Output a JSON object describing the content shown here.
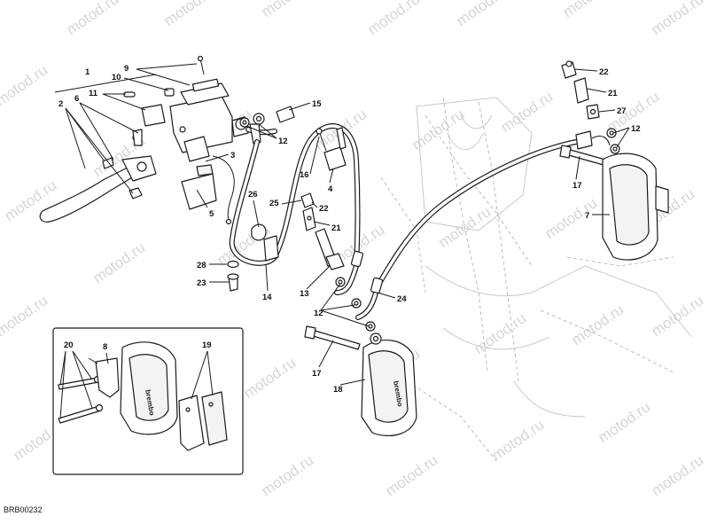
{
  "watermark": "motod.ru",
  "diagram_code": "BRB00232",
  "caliper_brand": "brembo",
  "callouts": [
    "1",
    "2",
    "3",
    "4",
    "5",
    "6",
    "7",
    "8",
    "9",
    "10",
    "11",
    "12",
    "13",
    "14",
    "15",
    "16",
    "17",
    "18",
    "19",
    "20",
    "21",
    "22",
    "23",
    "24",
    "25",
    "26",
    "27",
    "28"
  ]
}
